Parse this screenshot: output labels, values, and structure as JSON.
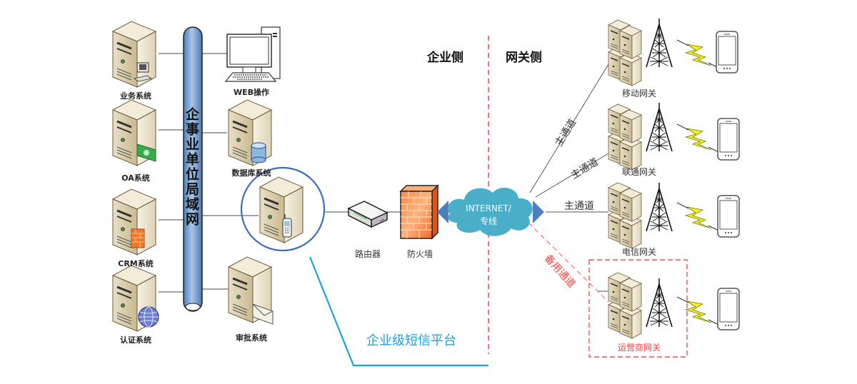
{
  "diagram": {
    "title": "企业级短信平台",
    "sides": {
      "enterprise": "企业侧",
      "gateway": "网关侧"
    },
    "lan_label": "企事业单位局域网",
    "left_systems": [
      {
        "label": "业务系统",
        "icon": "server-with-computer-icon"
      },
      {
        "label": "OA系统",
        "icon": "server-with-money-icon"
      },
      {
        "label": "CRM系统",
        "icon": "server-with-firewall-icon"
      },
      {
        "label": "认证系统",
        "icon": "server-with-globe-icon"
      }
    ],
    "right_systems": [
      {
        "label": "WEB操作",
        "icon": "desktop-computer-icon"
      },
      {
        "label": "数据库系统",
        "icon": "server-with-database-icon"
      },
      {
        "label": "审批系统",
        "icon": "server-with-envelope-icon"
      }
    ],
    "sms_server": {
      "icon": "server-with-phone-icon"
    },
    "network": {
      "router": "路由器",
      "firewall": "防火墙",
      "cloud_line1": "INTERNET/",
      "cloud_line2": "专线"
    },
    "channels": {
      "primary": "主通道",
      "backup": "备用通道"
    },
    "gateways": [
      {
        "label": "移动网关",
        "channel": "主通道"
      },
      {
        "label": "联通网关",
        "channel": "主通道"
      },
      {
        "label": "电信网关",
        "channel": "主通道"
      },
      {
        "label": "运营商网关",
        "channel": "备用通道",
        "highlighted": true
      }
    ],
    "colors": {
      "lan_pipe": "#7fa9d6",
      "platform_line": "#1aa3e0",
      "divider": "#ff4d4d",
      "backup": "#ff3b3b",
      "cloud": "#4aaec9",
      "circle": "#3a6cc0"
    }
  }
}
